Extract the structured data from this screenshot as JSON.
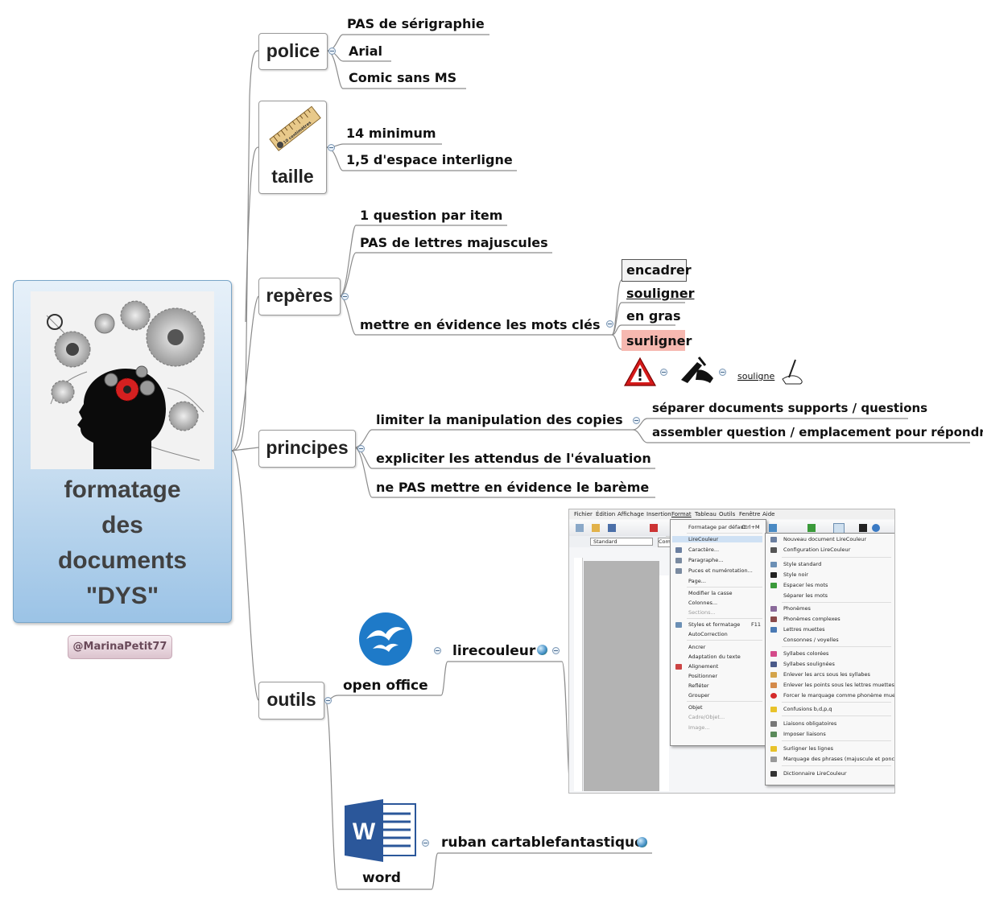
{
  "central": {
    "title_lines": [
      "formatage",
      "des",
      "documents",
      "\"DYS\""
    ],
    "credit": "@MarinaPetit77"
  },
  "branches": {
    "police": {
      "label": "police",
      "items": [
        "PAS de sérigraphie",
        "Arial",
        "Comic sans MS"
      ]
    },
    "taille": {
      "label": "taille",
      "ruler_text": "10 centimètres",
      "items": [
        "14 minimum",
        "1,5 d'espace interligne"
      ]
    },
    "reperes": {
      "label": "repères",
      "items": [
        "1 question par item",
        "PAS de lettres majuscules",
        "mettre en évidence les mots clés"
      ],
      "sub_items": [
        "encadrer",
        "souligner",
        "en gras",
        "surligner"
      ],
      "souligne_text": "souligne"
    },
    "principes": {
      "label": "principes",
      "items": [
        "limiter la manipulation des copies",
        "expliciter les attendus de l'évaluation",
        "ne PAS mettre en évidence le barème"
      ],
      "sub_items": [
        "séparer documents supports / questions",
        "assembler question / emplacement pour répondre"
      ]
    },
    "outils": {
      "label": "outils",
      "tools": [
        {
          "name": "open office",
          "link": "lirecouleur"
        },
        {
          "name": "word",
          "link": "ruban cartablefantastique"
        }
      ]
    }
  },
  "screenshot": {
    "menubar": [
      "Fichier",
      "Édition",
      "Affichage",
      "Insertion",
      "Format",
      "Tableau",
      "Outils",
      "Fenêtre",
      "Aide"
    ],
    "style_box": "Standard",
    "font_box": "Com",
    "format_menu": [
      {
        "label": "Formatage par défaut",
        "shortcut": "Ctrl+M"
      },
      {
        "label": "LireCouleur",
        "shortcut": ""
      },
      {
        "label": "Caractère...",
        "shortcut": ""
      },
      {
        "label": "Paragraphe...",
        "shortcut": ""
      },
      {
        "label": "Puces et numérotation...",
        "shortcut": ""
      },
      {
        "label": "Page...",
        "shortcut": ""
      },
      {
        "label": "Modifier la casse",
        "shortcut": ""
      },
      {
        "label": "Colonnes...",
        "shortcut": ""
      },
      {
        "label": "Sections...",
        "shortcut": ""
      },
      {
        "label": "Styles et formatage",
        "shortcut": "F11"
      },
      {
        "label": "AutoCorrection",
        "shortcut": ""
      },
      {
        "label": "Ancrer",
        "shortcut": ""
      },
      {
        "label": "Adaptation du texte",
        "shortcut": ""
      },
      {
        "label": "Alignement",
        "shortcut": ""
      },
      {
        "label": "Positionner",
        "shortcut": ""
      },
      {
        "label": "Refléter",
        "shortcut": ""
      },
      {
        "label": "Grouper",
        "shortcut": ""
      },
      {
        "label": "Objet",
        "shortcut": ""
      },
      {
        "label": "Cadre/Objet...",
        "shortcut": ""
      },
      {
        "label": "Image...",
        "shortcut": ""
      }
    ],
    "lirecouleur_menu": [
      "Nouveau document LireCouleur",
      "Configuration LireCouleur",
      "Style standard",
      "Style noir",
      "Espacer les mots",
      "Séparer les mots",
      "Phonèmes",
      "Phonèmes complexes",
      "Lettres muettes",
      "Consonnes / voyelles",
      "Syllabes colorées",
      "Syllabes soulignées",
      "Enlever les arcs sous les syllabes",
      "Enlever les points sous les lettres muettes",
      "Forcer le marquage comme phonème muet",
      "Confusions b,d,p,q",
      "Liaisons obligatoires",
      "Imposer liaisons",
      "Surligner les lignes",
      "Marquage des phrases (majuscule et ponctuat",
      "Dictionnaire LireCouleur"
    ]
  },
  "colors": {
    "central_bg": "#c7ddf0",
    "highlight": "#f6b8b0",
    "branch_line": "#8c8c8c"
  }
}
